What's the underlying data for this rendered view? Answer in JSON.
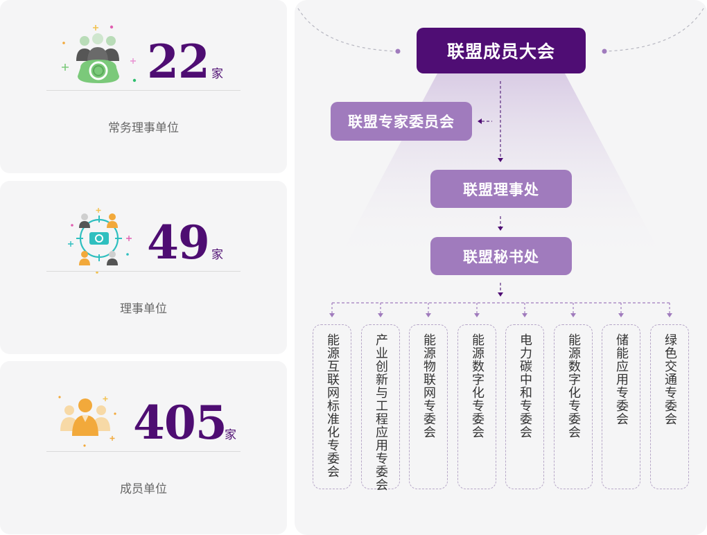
{
  "stats": [
    {
      "number": "22",
      "unit": "家",
      "label": "常务理事单位",
      "icon": "green-group-icon"
    },
    {
      "number": "49",
      "unit": "家",
      "label": "理事单位",
      "icon": "network-group-icon"
    },
    {
      "number": "405",
      "unit": "家",
      "label": "成员单位",
      "icon": "orange-group-icon"
    }
  ],
  "org": {
    "top": "联盟成员大会",
    "expert": "联盟专家委员会",
    "council": "联盟理事处",
    "secretariat": "联盟秘书处",
    "committees": [
      "能源互联网标准化专委会",
      "产业创新与工程应用专委会",
      "能源物联网专委会",
      "能源数字化专委会",
      "电力碳中和专委会",
      "能源数字化专委会",
      "储能应用专委会",
      "绿色交通专委会"
    ]
  },
  "colors": {
    "primary": "#4f0d74",
    "secondary": "#a07bbd",
    "card_bg": "#f5f5f6",
    "green": "#7bc97a",
    "orange": "#f2a93b",
    "teal": "#2fbfbf"
  }
}
